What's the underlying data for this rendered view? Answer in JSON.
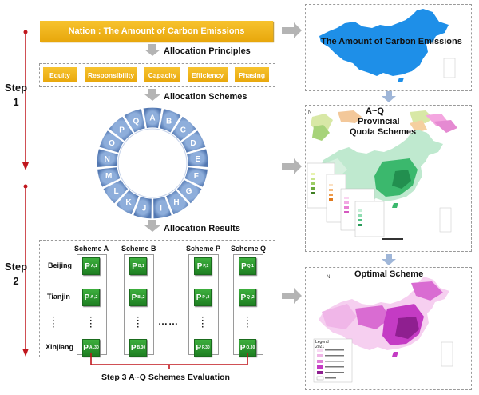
{
  "steps": [
    {
      "word": "Step",
      "num": "1"
    },
    {
      "word": "Step",
      "num": "2"
    }
  ],
  "nation_banner": "Nation : The Amount of Carbon Emissions",
  "allocation_principles_label": "Allocation Principles",
  "principles": [
    "Equity",
    "Responsibility",
    "Capacity",
    "Efficiency",
    "Phasing"
  ],
  "allocation_schemes_label": "Allocation Schemes",
  "wheel_letters": [
    "A",
    "B",
    "C",
    "D",
    "E",
    "F",
    "G",
    "H",
    "I",
    "J",
    "K",
    "L",
    "M",
    "N",
    "O",
    "P",
    "Q"
  ],
  "allocation_results_label": "Allocation Results",
  "results": {
    "columns": [
      "Scheme A",
      "Scheme B",
      "Scheme P",
      "Scheme Q"
    ],
    "col_letters": [
      "A",
      "B",
      "P",
      "Q"
    ],
    "rows": [
      "Beijing",
      "Tianjin",
      "Xinjiang"
    ],
    "row_index": [
      "1",
      "2",
      "30"
    ],
    "p_letter": "P",
    "subs": [
      [
        "A,1",
        "B,1",
        "P,1",
        "Q,1"
      ],
      [
        "A ,2",
        "B ,2",
        "P ,2",
        "Q ,2"
      ],
      [
        "A ,30",
        "B,30",
        "P,30",
        "Q,30"
      ]
    ],
    "hdots": "……",
    "vdots": "⋮"
  },
  "evaluation_label": "Step 3 A~Q Schemes Evaluation",
  "right_panels": {
    "top_title": "The Amount of Carbon Emissions",
    "mid_title_lines": [
      "A~Q",
      "Provincial",
      "Quota Schemes"
    ],
    "bottom_title": "Optimal Scheme",
    "legend_title": "Legend",
    "legend_year": "2021"
  },
  "colors": {
    "banner_gold": "#f0b41c",
    "wheel_blue": "#6f93c8",
    "cell_green": "#2a962c",
    "step_arrow_red": "#c0161d",
    "map_blue": "#1e8fe8",
    "map_green": "#3bb86d",
    "map_magenta": "#c43bc4",
    "gray_arrow": "#b4b4b4"
  }
}
